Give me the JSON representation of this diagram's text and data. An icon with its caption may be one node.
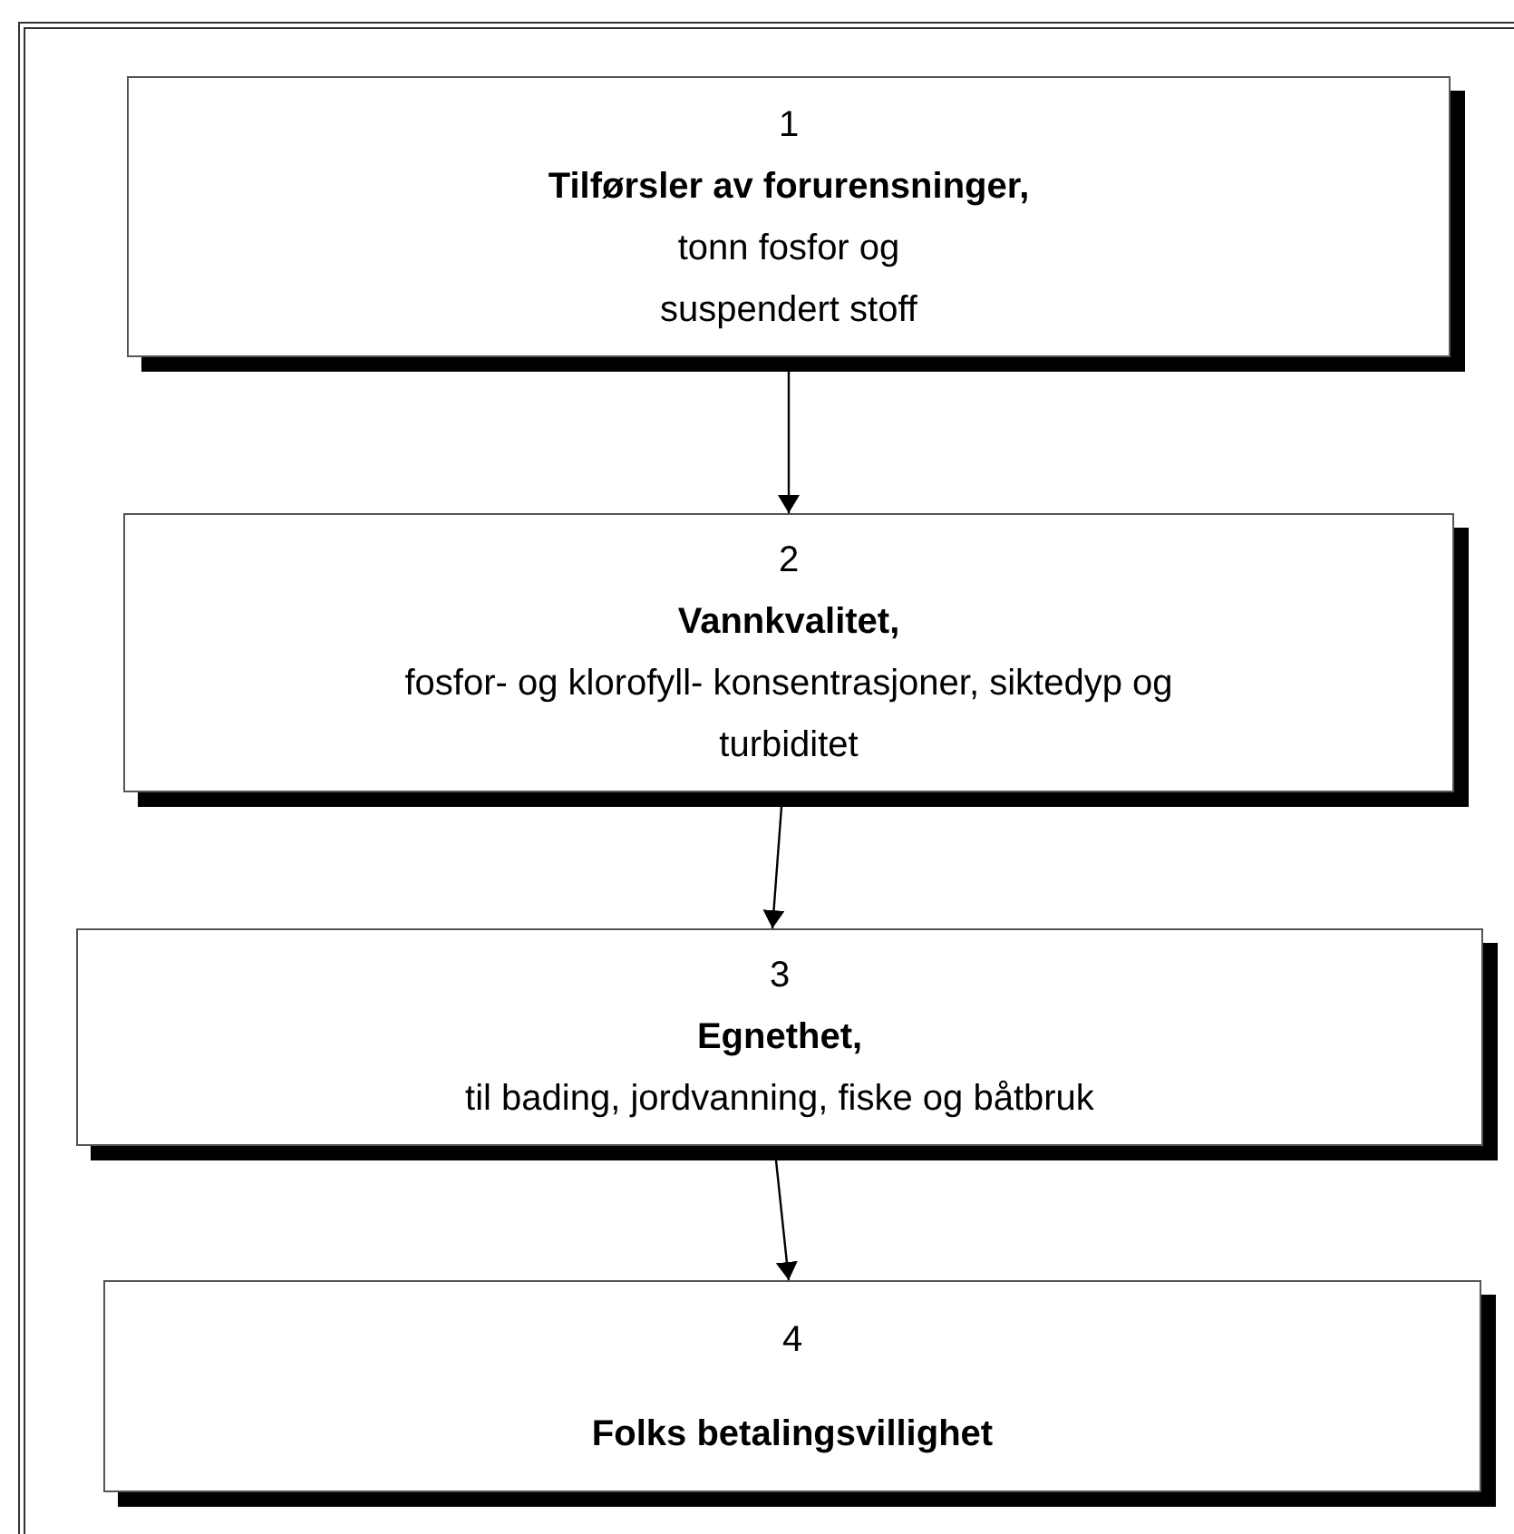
{
  "diagram": {
    "nodes": [
      {
        "text": [
          "1",
          "Tilførsler av forurensninger,",
          "tonn fosfor og suspendert stoff"
        ]
      },
      {
        "text": [
          "2",
          "Vannkvalitet,",
          "fosfor- og klorofyll- konsentrasjoner, siktedyp og turbiditet"
        ]
      },
      {
        "text": [
          "3",
          "Egnethet,",
          "til bading, jordvanning, fiske og båtbruk"
        ]
      },
      {
        "text": [
          "4",
          "Folks betalingsvillighet"
        ]
      }
    ],
    "edges": [
      {
        "from": 0,
        "to": 1,
        "arrow": "to"
      },
      {
        "from": 1,
        "to": 2,
        "arrow": "to"
      },
      {
        "from": 2,
        "to": 3,
        "arrow": "to"
      }
    ]
  }
}
